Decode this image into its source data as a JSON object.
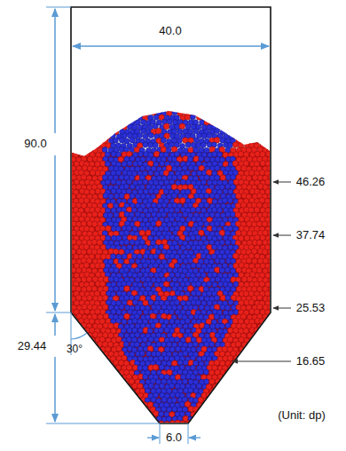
{
  "diagram": {
    "labels": [
      "40.0",
      "90.0",
      "46.26",
      "37.74",
      "25.53",
      "16.65",
      "30°",
      "29.44",
      "6.0",
      "(Unit: dp)"
    ]
  }
}
